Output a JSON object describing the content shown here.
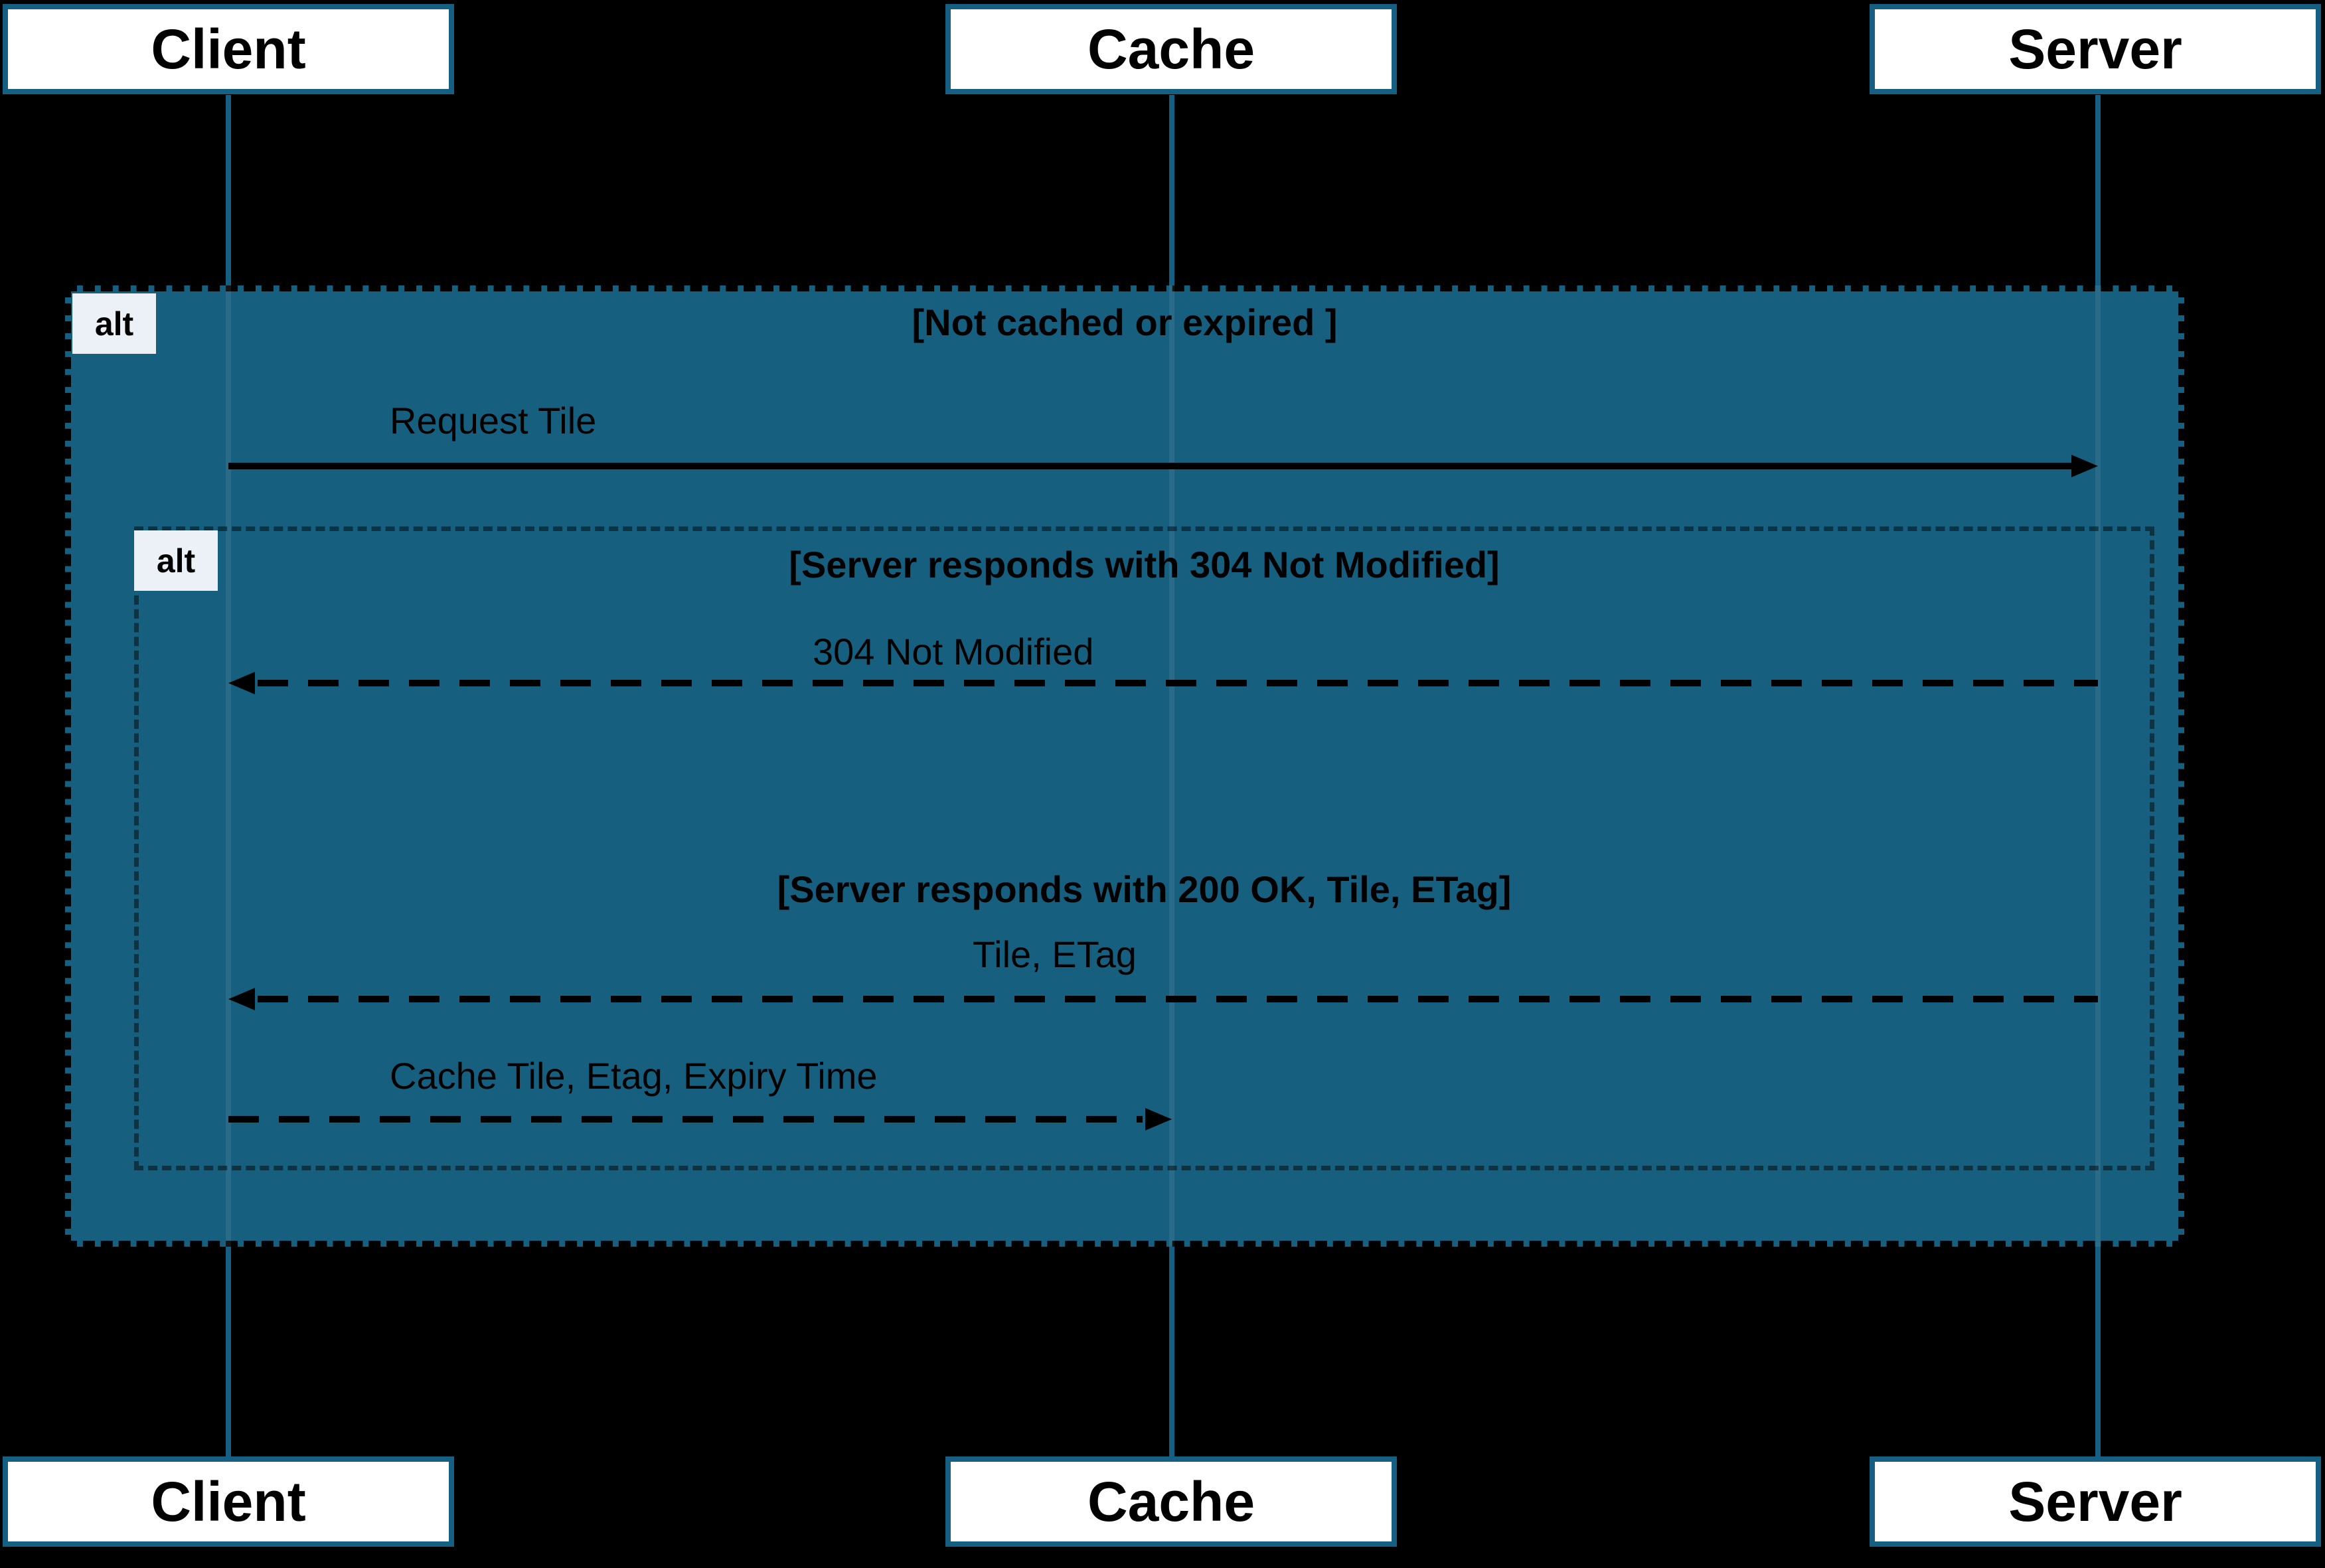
{
  "participants": [
    {
      "name": "Client"
    },
    {
      "name": "Cache"
    },
    {
      "name": "Server"
    }
  ],
  "fragments": {
    "outer": {
      "operator": "alt",
      "guard": "[Not cached or expired ]"
    },
    "inner": {
      "operator": "alt",
      "guards": [
        "[Server responds with 304 Not Modified]",
        "[Server responds with 200 OK, Tile, ETag]"
      ]
    }
  },
  "messages": [
    {
      "label": "Request Tile",
      "from": "Client",
      "to": "Server",
      "style": "solid"
    },
    {
      "label": "304 Not Modified",
      "from": "Server",
      "to": "Client",
      "style": "dashed"
    },
    {
      "label": "Tile, ETag",
      "from": "Server",
      "to": "Client",
      "style": "dashed"
    },
    {
      "label": "Cache Tile, Etag, Expiry Time",
      "from": "Client",
      "to": "Cache",
      "style": "dashed"
    }
  ],
  "colors": {
    "background": "#000000",
    "teal": "#156082",
    "fragment_fill": "#175F7E",
    "label_bg": "#EBF1F7",
    "arrow": "#000000",
    "box_fill": "#FFFFFF",
    "text": "#000000"
  }
}
